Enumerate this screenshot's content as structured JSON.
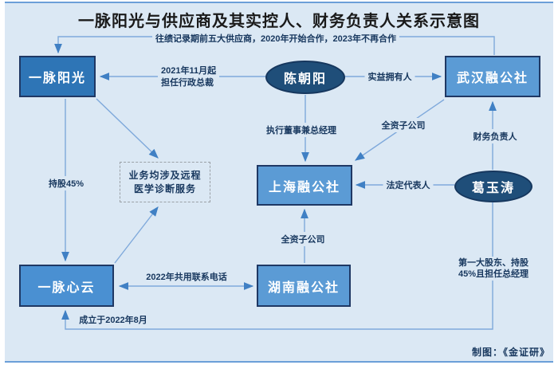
{
  "title": "一脉阳光与供应商及其实控人、财务负责人关系示意图",
  "nodes": {
    "yimai_yangguang": {
      "label": "一脉阳光",
      "shape": "rect"
    },
    "chen_zhaoyang": {
      "label": "陈朝阳",
      "shape": "ellipse"
    },
    "wuhan_ronggongshe": {
      "label": "武汉融公社",
      "shape": "rect"
    },
    "shanghai_ronggongshe": {
      "label": "上海融公社",
      "shape": "rect"
    },
    "ge_yutao": {
      "label": "葛玉涛",
      "shape": "ellipse"
    },
    "yimai_xinyun": {
      "label": "一脉心云",
      "shape": "rect"
    },
    "hunan_ronggongshe": {
      "label": "湖南融公社",
      "shape": "rect"
    },
    "remote_diagnosis_note": {
      "line1": "业务均涉及远程",
      "line2": "医学诊断服务",
      "shape": "dashed-box"
    }
  },
  "edges": {
    "cooperation": {
      "from": "wuhan_ronggongshe",
      "to": "yimai_yangguang",
      "label": "往绩记录期前五大供应商，2020年开始合作，2023年不再合作"
    },
    "ceo_role": {
      "from": "chen_zhaoyang",
      "to": "yimai_yangguang",
      "line1": "2021年11月起",
      "line2": "担任行政总裁"
    },
    "beneficial_owner": {
      "from": "chen_zhaoyang",
      "to": "wuhan_ronggongshe",
      "label": "实益拥有人"
    },
    "exec_director_gm": {
      "from": "chen_zhaoyang",
      "to": "shanghai_ronggongshe",
      "label": "执行董事兼总经理"
    },
    "wholly_owned_sub_upper": {
      "from": "wuhan_ronggongshe",
      "to": "shanghai_ronggongshe",
      "label": "全资子公司"
    },
    "finance_head": {
      "from": "ge_yutao",
      "to": "wuhan_ronggongshe",
      "label": "财务负责人"
    },
    "legal_rep": {
      "from": "ge_yutao",
      "to": "shanghai_ronggongshe",
      "label": "法定代表人"
    },
    "shareholding_45": {
      "from": "yimai_yangguang",
      "to": "yimai_xinyun",
      "label": "持股45%"
    },
    "business_note_from_yangguang": {
      "from": "yimai_yangguang",
      "to": "remote_diagnosis_note",
      "label": ""
    },
    "business_note_from_xinyun": {
      "from": "yimai_xinyun",
      "to": "remote_diagnosis_note",
      "label": ""
    },
    "shared_phone_2022": {
      "from": "yimai_xinyun",
      "to": "hunan_ronggongshe",
      "label": "2022年共用联系电话"
    },
    "wholly_owned_sub_lower": {
      "from": "hunan_ronggongshe",
      "to": "shanghai_ronggongshe",
      "label": "全资子公司"
    },
    "founded_2022_08": {
      "from": "ge_yutao",
      "to": "yimai_xinyun",
      "label": "成立于2022年8月"
    },
    "top_shareholder": {
      "from": "ge_yutao",
      "to": "yimai_xinyun",
      "line1": "第一大股东、持股",
      "line2": "45%且担任总经理"
    }
  },
  "footer": {
    "credit": "制图：《金证研》"
  },
  "colors": {
    "page_bg": "#dbe8f4",
    "panel_border": "#6b9fd8",
    "box_primary": "#2e75b6",
    "box_secondary": "#5b9bd5",
    "box_tertiary": "#4a90d2",
    "box_border": "#1f3864",
    "ellipse_fill": "#1f4e79",
    "ellipse_border": "#16375e",
    "connector": "#7fa9db",
    "arrowhead": "#4080c4",
    "label_text": "#17375e",
    "title_text": "#1a1a1a",
    "node_text": "#ffffff",
    "dashed_border": "#9aa0a6"
  }
}
